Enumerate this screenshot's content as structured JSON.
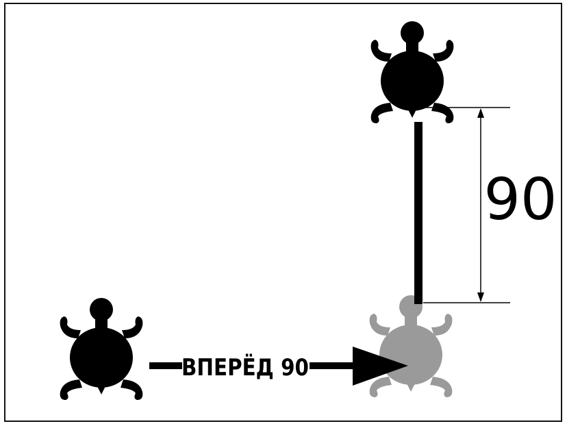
{
  "command_label": "ВПЕРЁД 90",
  "distance_label": "90",
  "turtles": [
    {
      "role": "start",
      "color": "#000000"
    },
    {
      "role": "ghost",
      "color": "#9a9a9a"
    },
    {
      "role": "end",
      "color": "#000000"
    }
  ],
  "colors": {
    "line": "#000000",
    "ghost": "#9a9a9a",
    "dimension": "#000000"
  }
}
